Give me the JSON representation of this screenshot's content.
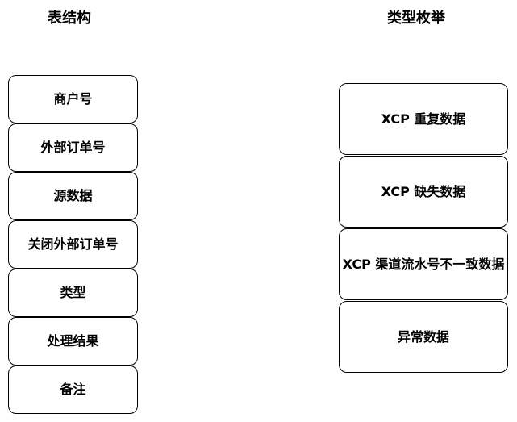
{
  "headings": {
    "table_structure": "表结构",
    "type_enum": "类型枚举"
  },
  "table_fields": [
    "商户号",
    "外部订单号",
    "源数据",
    "关闭外部订单号",
    "类型",
    "处理结果",
    "备注"
  ],
  "type_enums": [
    "XCP 重复数据",
    "XCP 缺失数据",
    "XCP 渠道流水号不一致数据",
    "异常数据"
  ]
}
